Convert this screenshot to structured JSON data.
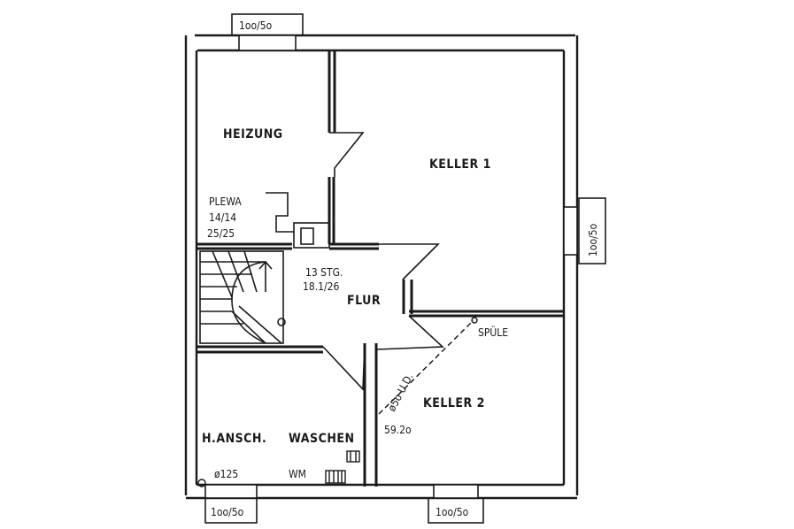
{
  "rooms": {
    "heizung": "HEIZUNG",
    "keller1": "KELLER 1",
    "keller2": "KELLER 2",
    "flur": "FLUR",
    "waschen": "WASCHEN",
    "hansch": "H.ANSCH."
  },
  "annotations": {
    "plewa": "PLEWA",
    "plewa_size1": "14/14",
    "plewa_size2": "25/25",
    "stairs_count": "13 STG.",
    "stairs_ratio": "18.1/26",
    "spuele": "SPÜLE",
    "pipe_diameter": "ø5o U.D.",
    "height_mark": "59.2o",
    "wm": "WM",
    "d125": "ø125"
  },
  "windows": {
    "top": "1oo/5o",
    "right": "1oo/5o",
    "bottom_left": "1oo/5o",
    "bottom_right": "1oo/5o"
  },
  "colors": {
    "ink": "#1a1a1a",
    "paper": "#ffffff"
  }
}
